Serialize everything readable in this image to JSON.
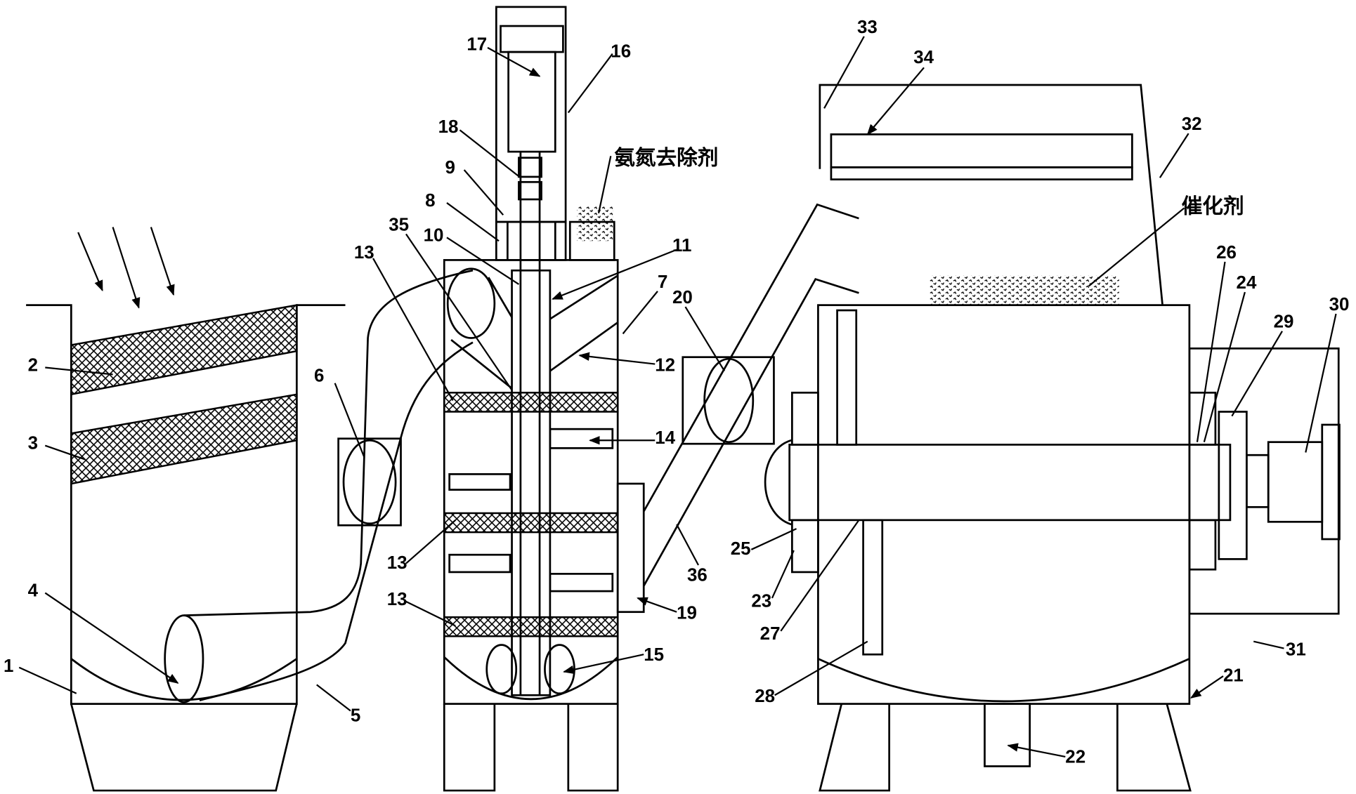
{
  "callouts": {
    "c1": "1",
    "c2": "2",
    "c3": "3",
    "c4": "4",
    "c5": "5",
    "c6": "6",
    "c7": "7",
    "c8": "8",
    "c9": "9",
    "c10": "10",
    "c11": "11",
    "c12": "12",
    "c13": "13",
    "c14": "14",
    "c15": "15",
    "c16": "16",
    "c17": "17",
    "c18": "18",
    "c19": "19",
    "c20": "20",
    "c21": "21",
    "c22": "22",
    "c23": "23",
    "c24": "24",
    "c25": "25",
    "c26": "26",
    "c27": "27",
    "c28": "28",
    "c29": "29",
    "c30": "30",
    "c31": "31",
    "c32": "32",
    "c33": "33",
    "c34": "34",
    "c35": "35",
    "c36": "36"
  },
  "materials": {
    "ammonia_nitrogen_remover": "氨氮去除剂",
    "catalyst": "催化剂"
  }
}
